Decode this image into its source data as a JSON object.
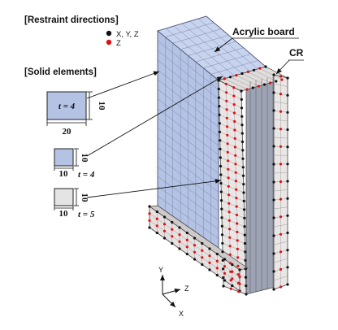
{
  "figure": {
    "restraint_header": "[Restraint directions]",
    "restraint_legend": [
      {
        "label": "X, Y, Z",
        "color": "#111111"
      },
      {
        "label": "Z",
        "color": "#e01010"
      }
    ],
    "solid_header": "[Solid elements]",
    "callout_acrylic": "Acrylic board",
    "callout_cr": "CR",
    "elements": [
      {
        "t": "t = 4",
        "width": "20",
        "height": "10",
        "fill": "#b4c3e4"
      },
      {
        "t": "t = 4",
        "width": "10",
        "height": "10",
        "fill": "#b4c3e4"
      },
      {
        "t": "t = 5",
        "width": "10",
        "height": "10",
        "fill": "#e4e4e4"
      }
    ],
    "axes": {
      "y": "Y",
      "z": "Z",
      "x": "X"
    },
    "colors": {
      "acrylic": "#b4c3e4",
      "cr": "#e6e2e2",
      "restraint_xyz": "#111111",
      "restraint_z": "#e01010"
    }
  }
}
